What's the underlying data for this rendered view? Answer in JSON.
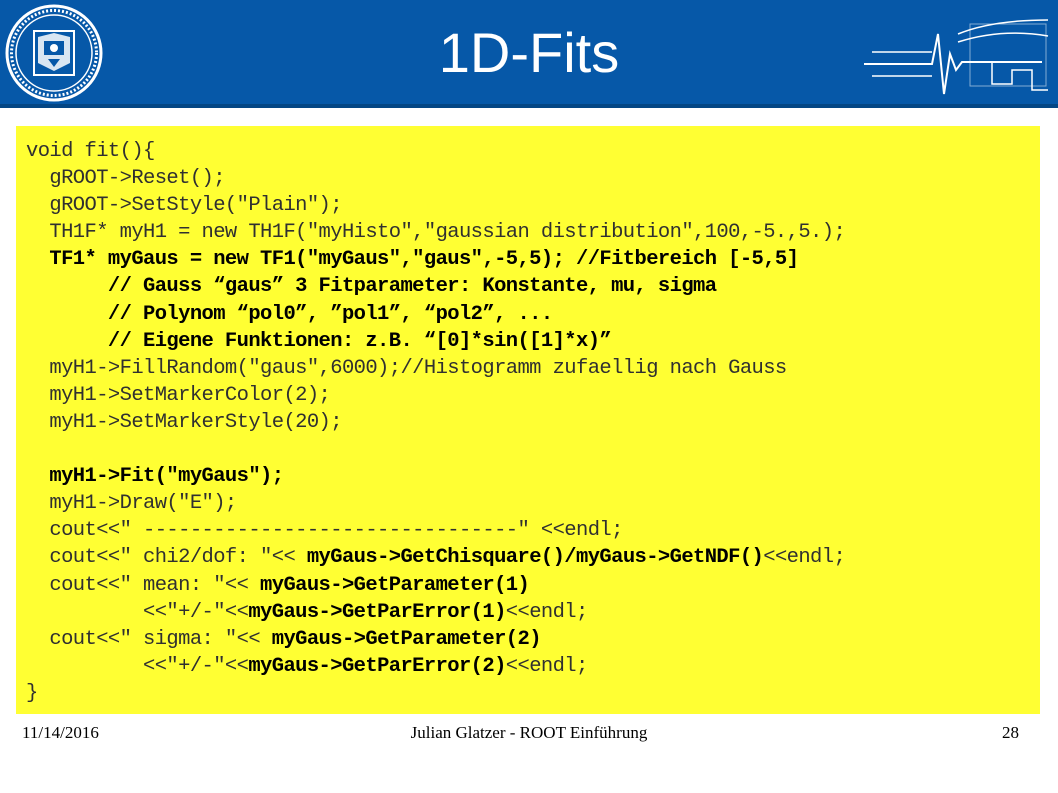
{
  "slide": {
    "title": "1D-Fits",
    "colors": {
      "header": "#0658a8",
      "code_background": "#ffff33"
    },
    "icons": [
      "university-seal-icon",
      "signal-waveform-logo-icon"
    ]
  },
  "code": {
    "lines": [
      [
        {
          "t": "void fit(){",
          "s": "n"
        }
      ],
      [
        {
          "t": "  gROOT->Reset();",
          "s": "n"
        }
      ],
      [
        {
          "t": "  gROOT->SetStyle(\"Plain\");",
          "s": "n"
        }
      ],
      [
        {
          "t": "  TH1F* myH1 = new TH1F(\"myHisto\",\"gaussian distribution\",100,-5.,5.);",
          "s": "n"
        }
      ],
      [
        {
          "t": "  TF1* myGaus = new TF1(\"myGaus\",\"gaus\",-5,5); //Fitbereich [-5,5]",
          "s": "b"
        }
      ],
      [
        {
          "t": "       // Gauss “gaus” 3 Fitparameter: Konstante, mu, sigma",
          "s": "b"
        }
      ],
      [
        {
          "t": "       // Polynom “pol0”, ”pol1”, “pol2”, ...",
          "s": "b"
        }
      ],
      [
        {
          "t": "       // Eigene Funktionen: z.B. “[0]*sin([1]*x)”",
          "s": "b"
        }
      ],
      [
        {
          "t": "  myH1->FillRandom(\"gaus\",6000);//Histogramm zufaellig nach Gauss",
          "s": "n"
        }
      ],
      [
        {
          "t": "  myH1->SetMarkerColor(2);",
          "s": "n"
        }
      ],
      [
        {
          "t": "  myH1->SetMarkerStyle(20);",
          "s": "n"
        }
      ],
      [
        {
          "t": "",
          "s": "n"
        }
      ],
      [
        {
          "t": "  myH1->Fit(\"myGaus\");",
          "s": "b"
        }
      ],
      [
        {
          "t": "  myH1->Draw(\"E\");",
          "s": "n"
        }
      ],
      [
        {
          "t": "  cout<<\" --------------------------------\" <<endl;",
          "s": "n"
        }
      ],
      [
        {
          "t": "  cout<<\" chi2/dof: \"<< ",
          "s": "n"
        },
        {
          "t": "myGaus->GetChisquare()/myGaus->GetNDF()",
          "s": "b"
        },
        {
          "t": "<<endl;",
          "s": "n"
        }
      ],
      [
        {
          "t": "  cout<<\" mean: \"<< ",
          "s": "n"
        },
        {
          "t": "myGaus->GetParameter(1)",
          "s": "b"
        }
      ],
      [
        {
          "t": "          <<\"+/-\"<<",
          "s": "n"
        },
        {
          "t": "myGaus->GetParError(1)",
          "s": "b"
        },
        {
          "t": "<<endl;",
          "s": "n"
        }
      ],
      [
        {
          "t": "  cout<<\" sigma: \"<< ",
          "s": "n"
        },
        {
          "t": "myGaus->GetParameter(2)",
          "s": "b"
        }
      ],
      [
        {
          "t": "          <<\"+/-\"<<",
          "s": "n"
        },
        {
          "t": "myGaus->GetParError(2)",
          "s": "b"
        },
        {
          "t": "<<endl;",
          "s": "n"
        }
      ],
      [
        {
          "t": "}",
          "s": "n"
        }
      ]
    ]
  },
  "footer": {
    "date": "11/14/2016",
    "author": "Julian Glatzer - ROOT Einführung",
    "page": "28"
  }
}
